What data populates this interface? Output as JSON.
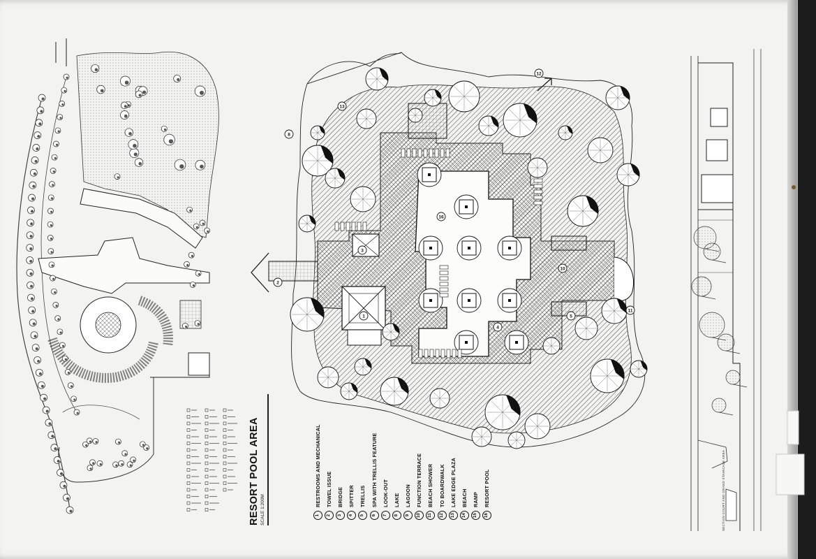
{
  "sheet": {
    "title": "RESORT POOL AREA",
    "scale": "SCALE 1:200M",
    "side_caption": "SECTION COURT AND GRAND STAIRCASE AREA"
  },
  "legend": [
    {
      "num": "1",
      "label": "RESTROOMS AND MECHANICAL"
    },
    {
      "num": "2",
      "label": "TOWEL ISSUE"
    },
    {
      "num": "3",
      "label": "BRIDGE"
    },
    {
      "num": "4",
      "label": "SPITTER"
    },
    {
      "num": "5",
      "label": "TRELLIS"
    },
    {
      "num": "6",
      "label": "SPA WITH TRELLIS FEATURE"
    },
    {
      "num": "7",
      "label": "LOOK-OUT"
    },
    {
      "num": "8",
      "label": "LAKE"
    },
    {
      "num": "9",
      "label": "LAGOON"
    },
    {
      "num": "10",
      "label": "FUNCTION TERRACE"
    },
    {
      "num": "11",
      "label": "BEACH SHOWER"
    },
    {
      "num": "12",
      "label": "TO BOARDWALK"
    },
    {
      "num": "13",
      "label": "LAKE EDGE PLAZA"
    },
    {
      "num": "14",
      "label": "BEACH"
    },
    {
      "num": "15",
      "label": "RAMP"
    },
    {
      "num": "16",
      "label": "RESORT POOL"
    }
  ],
  "plan_markers": [
    "1",
    "2",
    "3",
    "4",
    "5",
    "8",
    "10",
    "11",
    "12",
    "13",
    "16"
  ],
  "colors": {
    "paper": "#f3f3f1",
    "ink": "#111111",
    "background": "#1c1c1c"
  }
}
